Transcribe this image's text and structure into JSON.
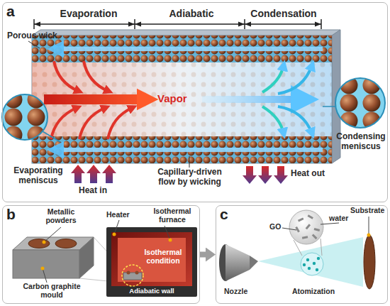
{
  "diagram": {
    "nodes": [
      {
        "text": [
          "a"
        ]
      },
      {
        "text": [
          "b"
        ]
      },
      {
        "text": [
          "c"
        ]
      }
    ],
    "edges": [
      {
        "from": 1,
        "to": 2,
        "arrow": "to"
      }
    ],
    "labels": [
      "Evaporation",
      "Adiabatic",
      "Condensation",
      "Porous wick",
      "Vapor",
      "Evaporating meniscus",
      "Heat in",
      "Capillary-driven flow by wicking",
      "Heat out",
      "Condensing meniscus",
      "Metallic powders",
      "Heater",
      "Isothermal furnace",
      "Carbon graphite mould",
      "Isothermal condition",
      "Adiabatic wall",
      "GO",
      "water",
      "Substrate",
      "Nozzle",
      "Atomization"
    ]
  }
}
